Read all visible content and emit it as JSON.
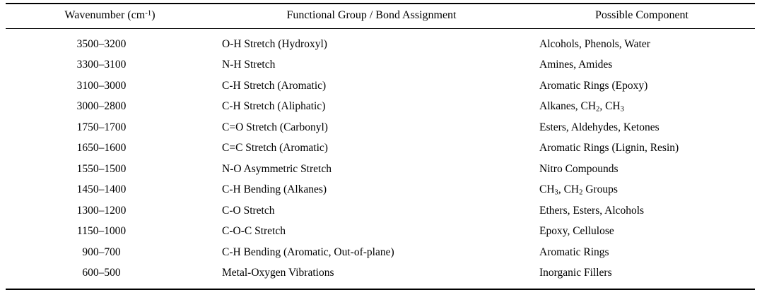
{
  "table": {
    "columns": [
      {
        "key": "wavenumber",
        "label_prefix": "Wavenumber (cm",
        "label_sup": "-1",
        "label_suffix": ")",
        "align": "center"
      },
      {
        "key": "assignment",
        "label": "Functional Group / Bond Assignment",
        "align": "left"
      },
      {
        "key": "component",
        "label": "Possible Component",
        "align": "left"
      }
    ],
    "rows": [
      {
        "wavenumber": "3500–3200",
        "assignment": "O-H Stretch (Hydroxyl)",
        "component_pre": "Alcohols, Phenols, Water",
        "component_sub1": "",
        "component_mid": "",
        "component_sub2": "",
        "component_post": ""
      },
      {
        "wavenumber": "3300–3100",
        "assignment": "N-H Stretch",
        "component_pre": "Amines, Amides",
        "component_sub1": "",
        "component_mid": "",
        "component_sub2": "",
        "component_post": ""
      },
      {
        "wavenumber": "3100–3000",
        "assignment": "C-H Stretch (Aromatic)",
        "component_pre": "Aromatic Rings (Epoxy)",
        "component_sub1": "",
        "component_mid": "",
        "component_sub2": "",
        "component_post": ""
      },
      {
        "wavenumber": "3000–2800",
        "assignment": "C-H Stretch (Aliphatic)",
        "component_pre": "Alkanes, CH",
        "component_sub1": "2",
        "component_mid": ", CH",
        "component_sub2": "3",
        "component_post": ""
      },
      {
        "wavenumber": "1750–1700",
        "assignment": "C=O Stretch (Carbonyl)",
        "component_pre": "Esters, Aldehydes, Ketones",
        "component_sub1": "",
        "component_mid": "",
        "component_sub2": "",
        "component_post": ""
      },
      {
        "wavenumber": "1650–1600",
        "assignment": "C=C Stretch (Aromatic)",
        "component_pre": "Aromatic Rings (Lignin, Resin)",
        "component_sub1": "",
        "component_mid": "",
        "component_sub2": "",
        "component_post": ""
      },
      {
        "wavenumber": "1550–1500",
        "assignment": "N-O Asymmetric Stretch",
        "component_pre": "Nitro Compounds",
        "component_sub1": "",
        "component_mid": "",
        "component_sub2": "",
        "component_post": ""
      },
      {
        "wavenumber": "1450–1400",
        "assignment": "C-H Bending (Alkanes)",
        "component_pre": "CH",
        "component_sub1": "3",
        "component_mid": ", CH",
        "component_sub2": "2",
        "component_post": " Groups"
      },
      {
        "wavenumber": "1300–1200",
        "assignment": "C-O Stretch",
        "component_pre": "Ethers, Esters, Alcohols",
        "component_sub1": "",
        "component_mid": "",
        "component_sub2": "",
        "component_post": ""
      },
      {
        "wavenumber": "1150–1000",
        "assignment": "C-O-C Stretch",
        "component_pre": "Epoxy, Cellulose",
        "component_sub1": "",
        "component_mid": "",
        "component_sub2": "",
        "component_post": ""
      },
      {
        "wavenumber": "900–700",
        "assignment": "C-H Bending (Aromatic, Out-of-plane)",
        "component_pre": "Aromatic Rings",
        "component_sub1": "",
        "component_mid": "",
        "component_sub2": "",
        "component_post": ""
      },
      {
        "wavenumber": "600–500",
        "assignment": "Metal-Oxygen Vibrations",
        "component_pre": "Inorganic Fillers",
        "component_sub1": "",
        "component_mid": "",
        "component_sub2": "",
        "component_post": ""
      }
    ]
  },
  "colors": {
    "text": "#000000",
    "background": "#ffffff",
    "rule": "#000000"
  }
}
